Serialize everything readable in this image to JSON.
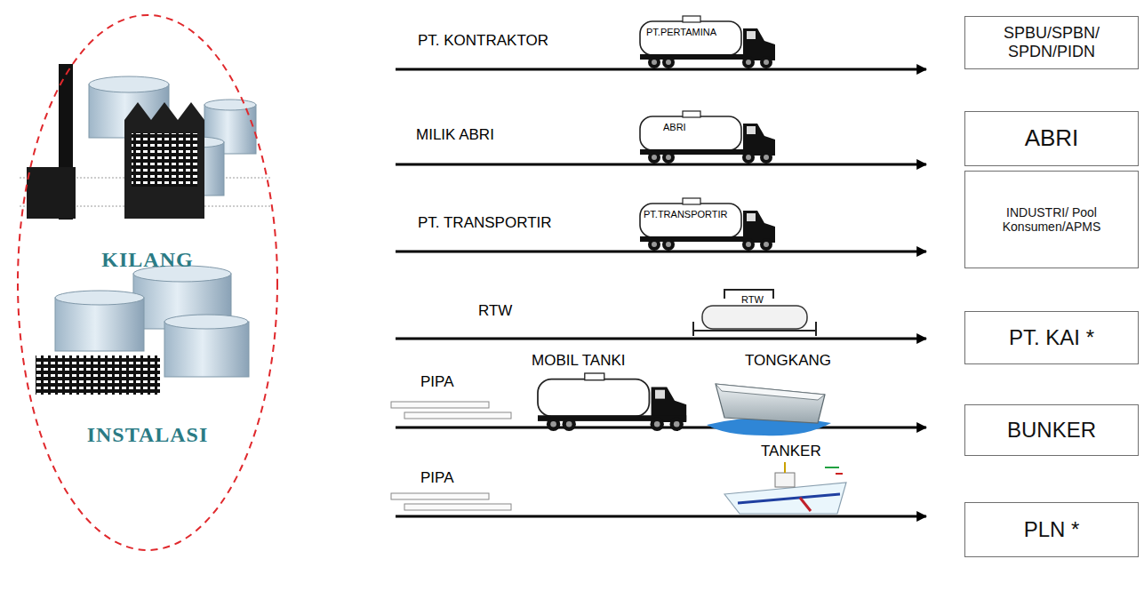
{
  "diagram": {
    "nodes": [
      {
        "text": [
          "KILANG",
          "INSTALASI"
        ]
      },
      {
        "text": [
          "SPBU/SPBN/ SPDN/PIDN"
        ]
      },
      {
        "text": [
          "ABRI"
        ]
      },
      {
        "text": [
          "INDUSTRI/ Pool Konsumen/APMS"
        ]
      },
      {
        "text": [
          "PT. KAI *"
        ]
      },
      {
        "text": [
          "BUNKER"
        ]
      },
      {
        "text": [
          "PLN *"
        ]
      }
    ],
    "labels": [
      "PT. KONTRAKTOR",
      "PT.PERTAMINA",
      "MILIK ABRI",
      "ABRI",
      "PT. TRANSPORTIR",
      "PT.TRANSPORTIR",
      "RTW",
      "RTW",
      "PIPA",
      "MOBIL TANKI",
      "TONGKANG",
      "PIPA",
      "TANKER"
    ]
  }
}
